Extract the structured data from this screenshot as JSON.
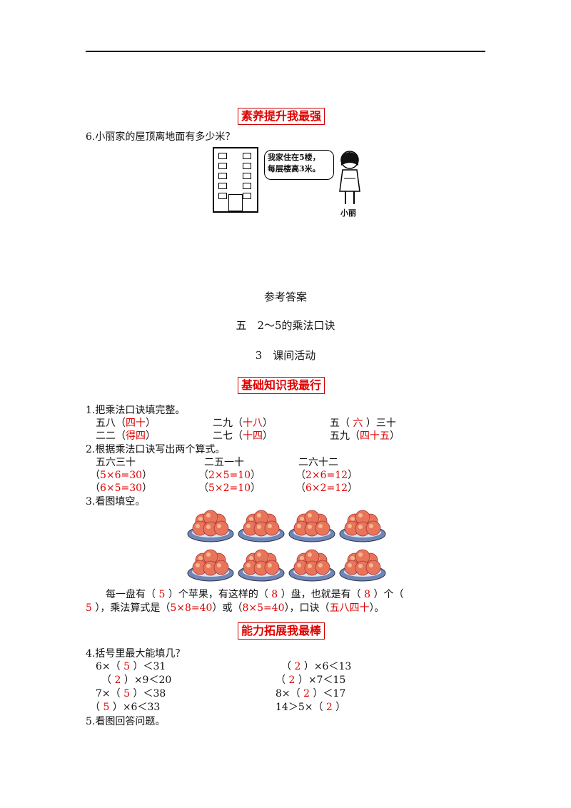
{
  "section_titles": {
    "s1": "素养提升我最强",
    "s2": "基础知识我最行",
    "s3": "能力拓展我最棒"
  },
  "q6": {
    "question": "6.小丽家的屋顶离地面有多少米？",
    "bubble_line1": "我家住在5楼，",
    "bubble_line2": "每层楼高3米。",
    "girl_label": "小丽"
  },
  "answers_header": {
    "title": "参考答案",
    "unit": "五　2～5的乘法口诀",
    "lesson": "3　课间活动"
  },
  "q1": {
    "question": "1.把乘法口诀填完整。",
    "rows": [
      [
        {
          "pre": "五八（",
          "ans": "四十",
          "post": "）"
        },
        {
          "pre": "二九（",
          "ans": "十八",
          "post": "）"
        },
        {
          "pre": "五（ ",
          "ans": "六",
          "post": " ）三十"
        }
      ],
      [
        {
          "pre": "二二（",
          "ans": "得四",
          "post": "）"
        },
        {
          "pre": "二七（",
          "ans": "十四",
          "post": "）"
        },
        {
          "pre": "五九（",
          "ans": "四十五",
          "post": "）"
        }
      ]
    ]
  },
  "q2": {
    "question": "2.根据乘法口诀写出两个算式。",
    "headers": [
      "五六三十",
      "二五一十",
      "二六十二"
    ],
    "row1": [
      "5×6=30",
      "2×5=10",
      "2×6=12"
    ],
    "row2": [
      "6×5=30",
      "5×2=10",
      "6×2=12"
    ]
  },
  "q3": {
    "question": "3.看图填空。",
    "line1_a": "每一盘有（",
    "ans_per_plate": "5",
    "line1_b": "）个苹果，有这样的（",
    "ans_plates": "8",
    "line1_c": "）盘，也就是有（",
    "ans_groups": "8",
    "line1_d": "）个（",
    "ans_each": "5",
    "line2_a": "），乘法算式是（",
    "ans_eq1": "5×8=40",
    "line2_b": "）或（",
    "ans_eq2": "8×5=40",
    "line2_c": "），口诀（",
    "ans_rhyme": "五八四十",
    "line2_d": "）。"
  },
  "q4": {
    "question": "4.括号里最大能填几？",
    "left": [
      {
        "pre": "6×（ ",
        "ans": "5",
        "post": " ）＜31"
      },
      {
        "pre": "（ ",
        "ans": "2",
        "post": " ）×9＜20"
      },
      {
        "pre": "7×（ ",
        "ans": "5",
        "post": " ）＜38"
      },
      {
        "pre": "（ ",
        "ans": "5",
        "post": " ）×6＜33"
      }
    ],
    "right": [
      {
        "pre": "（ ",
        "ans": "2",
        "post": " ）×6＜13"
      },
      {
        "pre": "（ ",
        "ans": "2",
        "post": " ）×7＜15"
      },
      {
        "pre": "8×（ ",
        "ans": "2",
        "post": " ）＜17"
      },
      {
        "pre": "14＞5×（ ",
        "ans": "2",
        "post": " ）"
      }
    ]
  },
  "q5": {
    "question": "5.看图回答问题。"
  },
  "colors": {
    "answer": "#e00000",
    "title_border": "#cc0000",
    "apple": "#e8755a",
    "plate": "#6f86b8"
  },
  "icons": {
    "apple": "apple-plate-icon",
    "building": "building-icon",
    "girl": "girl-icon"
  }
}
